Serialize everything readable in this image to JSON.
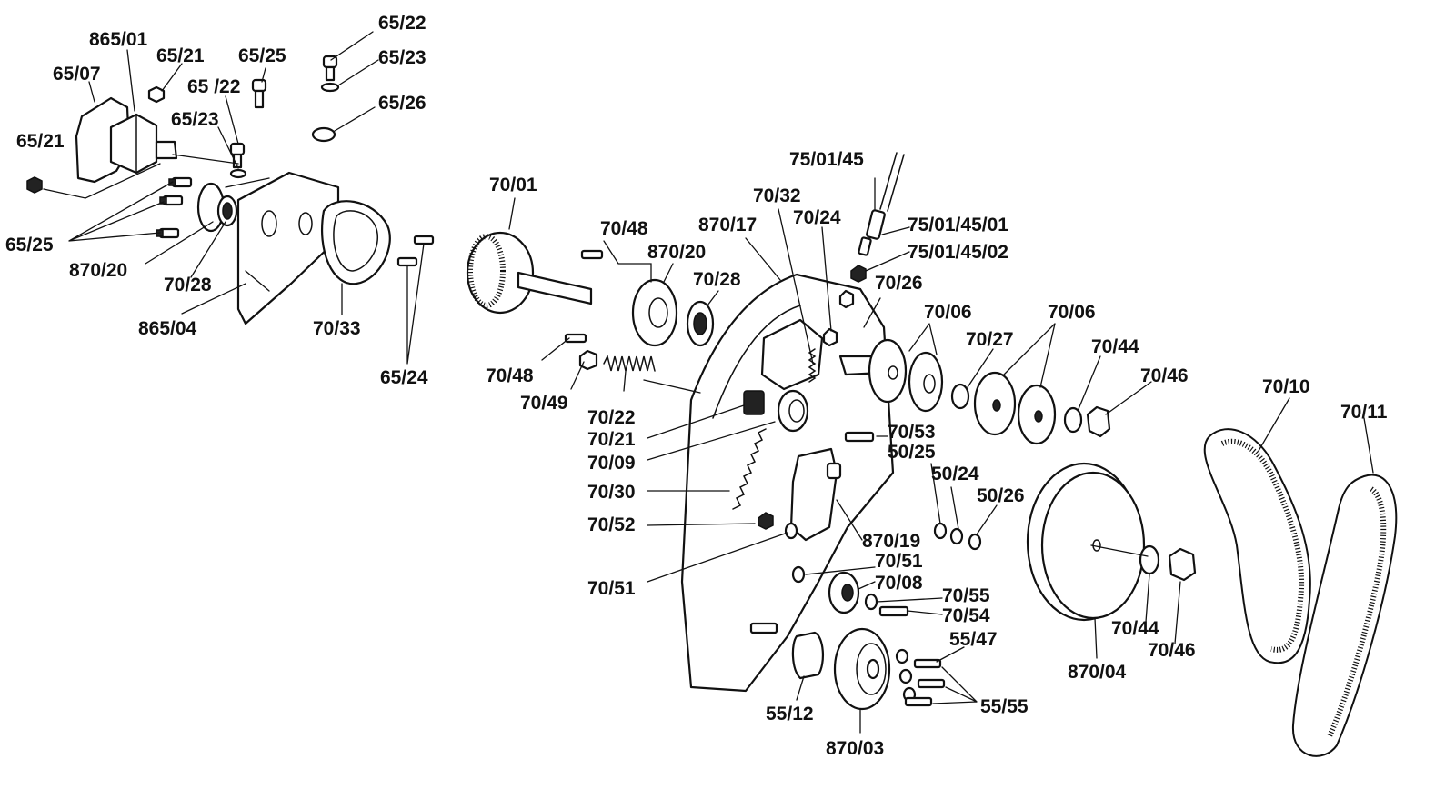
{
  "diagram": {
    "type": "exploded-parts-view",
    "colors": {
      "ink": "#111111",
      "background": "#ffffff"
    },
    "labels": [
      "865/01",
      "65/21",
      "65/25",
      "65/22",
      "65/23",
      "65/07",
      "65 /22",
      "65/23",
      "65/26",
      "65/21",
      "65/25",
      "870/20",
      "70/28",
      "865/04",
      "70/33",
      "65/24",
      "70/01",
      "70/48",
      "870/20",
      "70/28",
      "870/17",
      "70/32",
      "70/24",
      "75/01/45",
      "75/01/45/01",
      "75/01/45/02",
      "70/26",
      "70/06",
      "70/27",
      "70/06",
      "70/44",
      "70/46",
      "70/48",
      "70/49",
      "70/22",
      "70/21",
      "70/09",
      "70/30",
      "70/52",
      "70/51",
      "70/53",
      "50/25",
      "50/24",
      "50/26",
      "870/19",
      "70/51",
      "70/08",
      "70/55",
      "70/54",
      "55/47",
      "55/12",
      "870/03",
      "55/55",
      "70/10",
      "70/11",
      "870/04",
      "70/44",
      "70/46"
    ]
  }
}
